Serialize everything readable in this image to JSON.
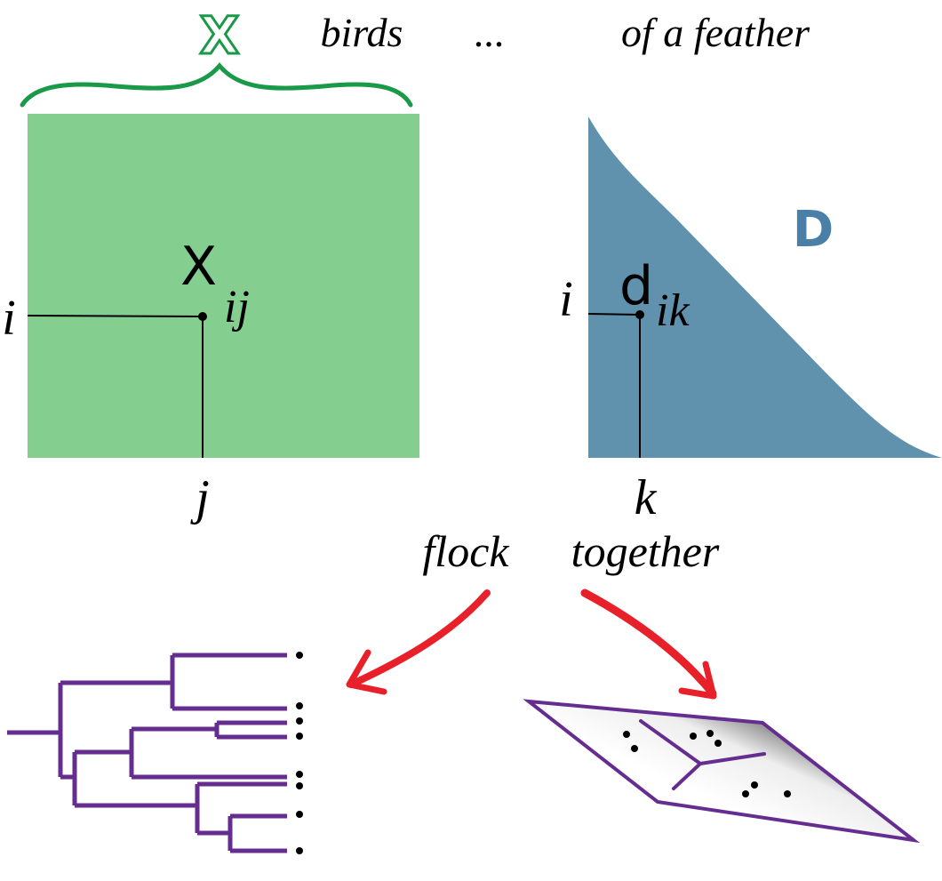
{
  "colors": {
    "matrix_x_fill": "#84cf90",
    "matrix_d_fill": "#6092ad",
    "brace": "#1a9a48",
    "x_label": "#1a9a48",
    "d_label": "#4a7fa8",
    "arrow": "#e8202a",
    "tree": "#662d91",
    "ink": "#000000"
  },
  "header": {
    "x_symbol": "X",
    "words": [
      "birds",
      "...",
      "of a feather"
    ]
  },
  "matrix_x": {
    "element_symbol": "X",
    "element_subscript": "ij",
    "row_label": "i",
    "col_label": "j"
  },
  "matrix_d": {
    "name": "D",
    "element_symbol": "d",
    "element_subscript": "ik",
    "row_label": "i",
    "col_label": "k"
  },
  "caption": {
    "left": "flock",
    "right": "together"
  },
  "outputs": {
    "left": "hierarchical-clustering-dendrogram",
    "right": "partitioned-embedding-plane",
    "dendrogram_leaf_count": 8,
    "plane_cluster_point_counts": [
      2,
      3,
      3
    ]
  }
}
